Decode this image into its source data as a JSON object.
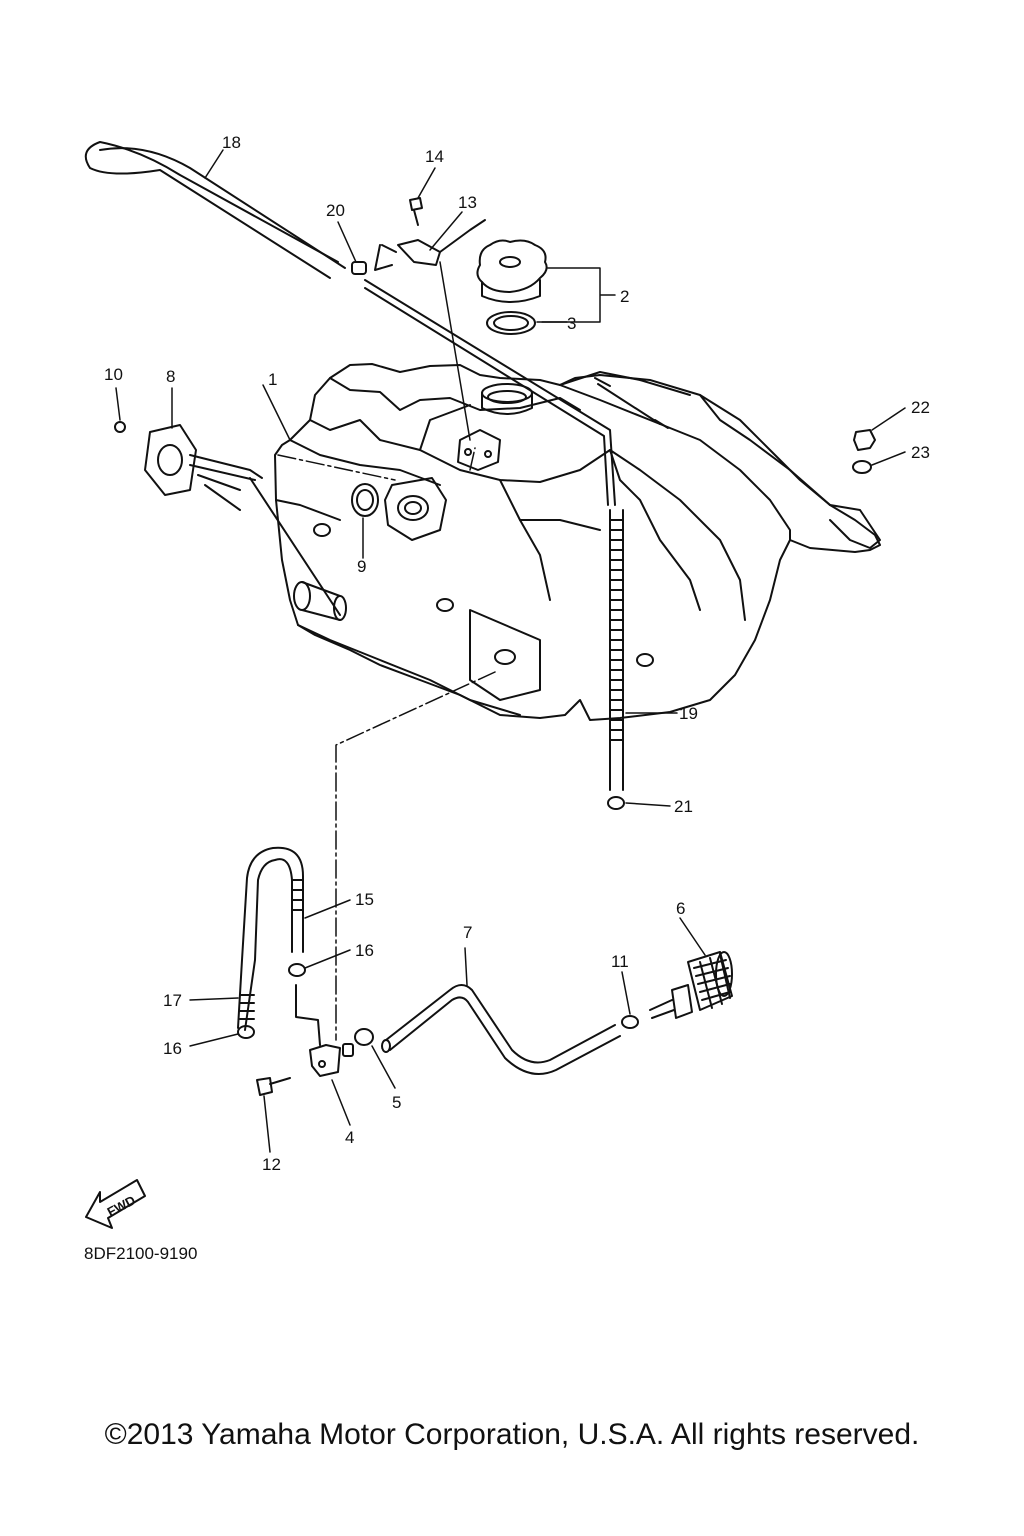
{
  "diagram": {
    "callouts": [
      "1",
      "2",
      "3",
      "4",
      "5",
      "6",
      "7",
      "8",
      "9",
      "10",
      "11",
      "12",
      "13",
      "14",
      "15",
      "16",
      "16",
      "17",
      "18",
      "19",
      "20",
      "21",
      "22",
      "23"
    ],
    "fwd_label": "FWD",
    "part_code": "8DF2100-9190"
  },
  "footer": {
    "copyright": "©2013 Yamaha Motor Corporation, U.S.A. All rights reserved."
  }
}
